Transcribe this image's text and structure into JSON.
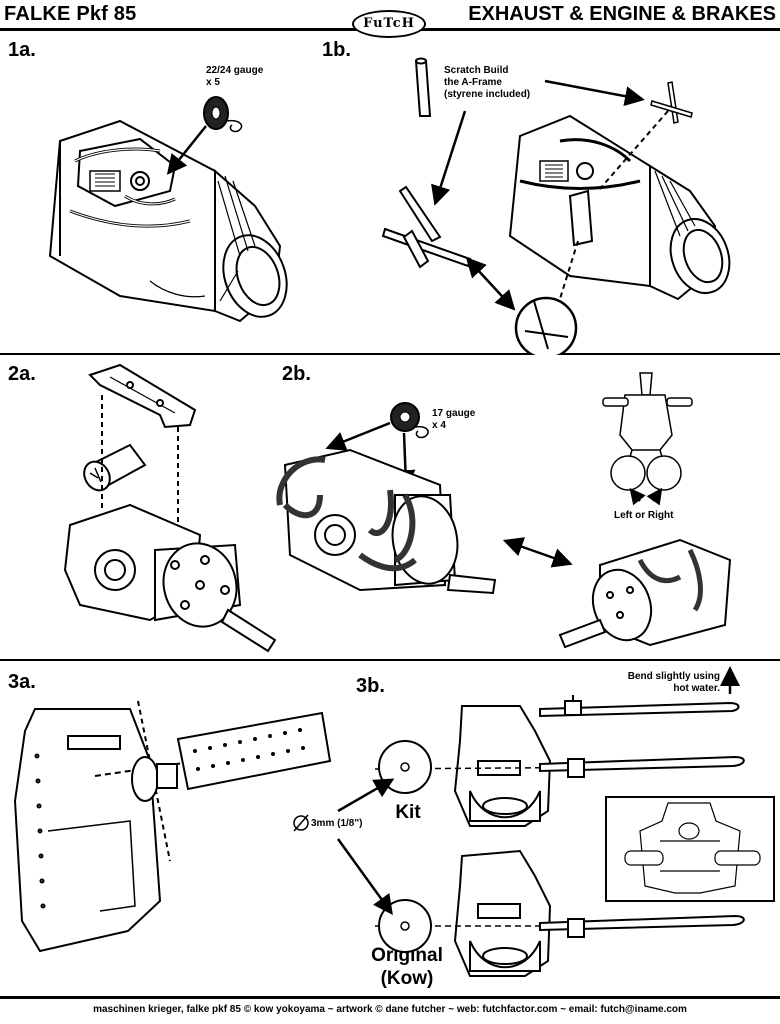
{
  "header": {
    "left_title": "FALKE Pkf 85",
    "logo_text": "FuTcH",
    "right_title": "EXHAUST & ENGINE & BRAKES"
  },
  "steps": {
    "s1a": "1a.",
    "s1b": "1b.",
    "s2a": "2a.",
    "s2b": "2b.",
    "s3a": "3a.",
    "s3b": "3b."
  },
  "notes": {
    "gauge_22_24": "22/24 gauge",
    "gauge_22_24_qty": "x 5",
    "scratch_line1": "Scratch Build",
    "scratch_line2": "the A-Frame",
    "scratch_line3": "(styrene included)",
    "gauge_17": "17 gauge",
    "gauge_17_qty": "x 4",
    "left_or_right": "Left or Right",
    "bend_line1": "Bend slightly using",
    "bend_line2": "hot water.",
    "kit": "Kit",
    "diameter": "3mm (1/8\")",
    "original_line1": "Original",
    "original_line2": "(Kow)"
  },
  "footer": "maschinen krieger, falke pkf 85 © kow yokoyama  ~  artwork © dane futcher  ~  web: futchfactor.com  ~  email: futch@iname.com"
}
